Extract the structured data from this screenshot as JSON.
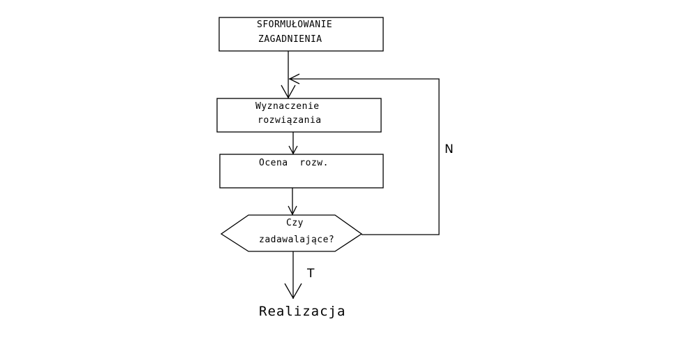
{
  "diagram": {
    "nodes": {
      "formulation": {
        "line1": "SFORMUŁOWANIE",
        "line2": "ZAGADNIENIA"
      },
      "solution": {
        "line1": "Wyznaczenie",
        "line2": "rozwiązania"
      },
      "evaluation": {
        "line1": "Ocena  rozw."
      },
      "decision": {
        "line1": "Czy",
        "line2": "zadawalające?"
      },
      "realization": {
        "label": "Realizacja"
      }
    },
    "branches": {
      "yes": "T",
      "no": "N"
    }
  }
}
